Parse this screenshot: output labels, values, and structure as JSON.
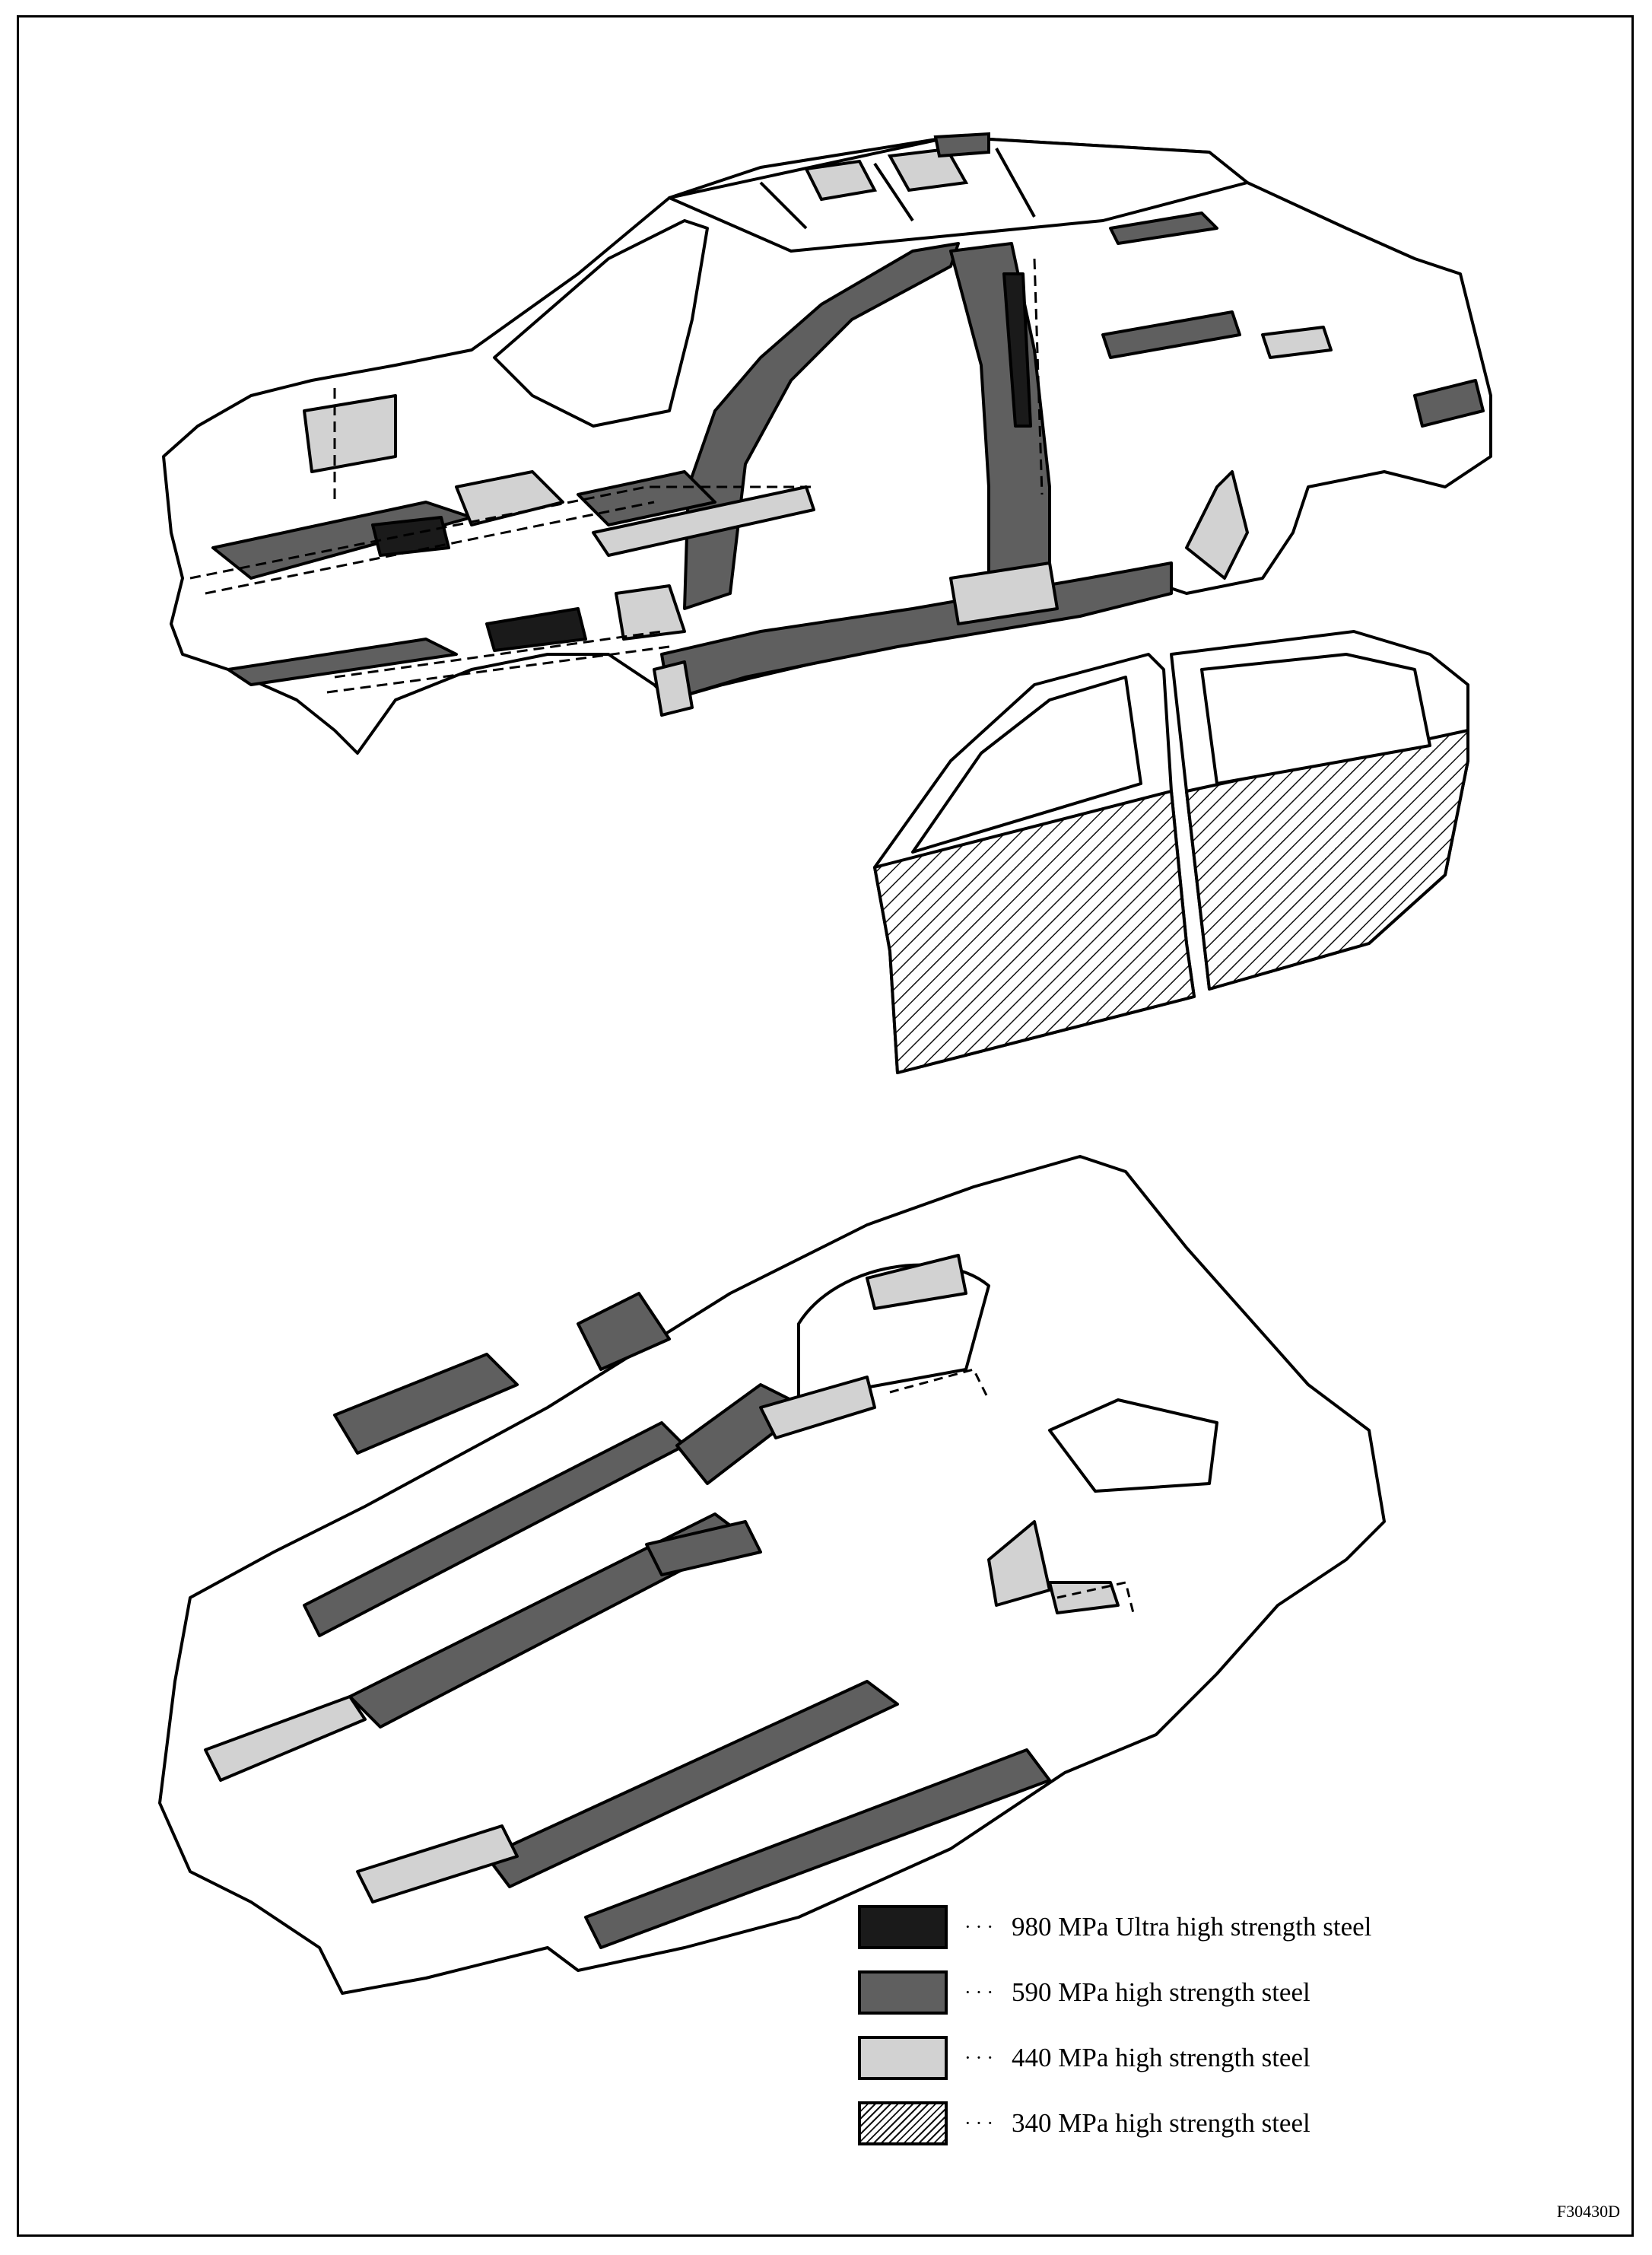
{
  "legend": {
    "items": [
      {
        "swatch_color": "#1a1a1a",
        "separator": "···",
        "label": "980 MPa Ultra high strength steel"
      },
      {
        "swatch_color": "#5f5f5f",
        "separator": "···",
        "label": "590 MPa high strength steel"
      },
      {
        "swatch_color": "#d2d2d2",
        "separator": "···",
        "label": "440 MPa high strength steel"
      },
      {
        "swatch_color": "hatched",
        "separator": "···",
        "label": "340 MPa high strength steel"
      }
    ]
  },
  "figure_code": "F30430D"
}
